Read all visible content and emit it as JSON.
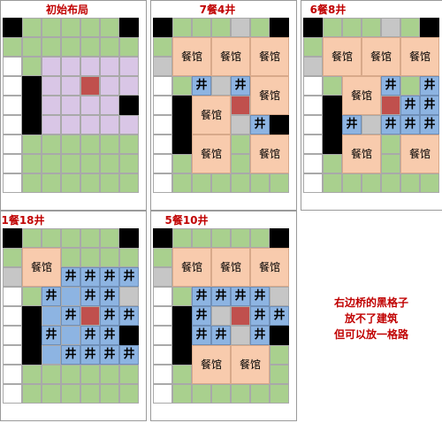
{
  "labels": {
    "restaurant": "餐馆",
    "well": "井"
  },
  "colors": {
    "g": "#a9d08e",
    "k": "#000000",
    "w": "#ffffff",
    "r": "#c0504d",
    "s": "#c6c6c6",
    "p": "#d9c6e6",
    "b": "#8db4e2",
    "restaurant": "#f8cbad",
    "title_text": "#c00000"
  },
  "panels": [
    {
      "title": "初始布局",
      "grid": [
        "kgggggk",
        "ggggggg",
        "wgppppp",
        "wkpprpp",
        "wkppppk",
        "wkppppp",
        "wgggggg",
        "wgggggg",
        "wgggggg"
      ],
      "restaurants": [],
      "wells": []
    },
    {
      "title": "7餐4井",
      "grid": [
        "kgggsgk",
        "ggggggg",
        "sgggggg",
        "wgbsbgg",
        "wkggrgg",
        "wkggsbk",
        "wkggggg",
        "wgsgggg",
        "wgggggg"
      ],
      "restaurants": [
        [
          1,
          1
        ],
        [
          3,
          1
        ],
        [
          5,
          1
        ],
        [
          5,
          3
        ],
        [
          2,
          4
        ],
        [
          2,
          6
        ],
        [
          5,
          6
        ]
      ],
      "wells": [
        [
          2,
          3
        ],
        [
          4,
          3
        ],
        [
          5,
          5
        ]
      ]
    },
    {
      "title": "6餐8井",
      "grid": [
        "kgggsgk",
        "ggggggg",
        "sgggggg",
        "wgbsbgb",
        "wkggrbb",
        "wkbsbbk",
        "wkggggg",
        "wgggggg",
        "wgggggg"
      ],
      "restaurants": [
        [
          1,
          1
        ],
        [
          3,
          1
        ],
        [
          5,
          1
        ],
        [
          2,
          3
        ],
        [
          2,
          6
        ],
        [
          5,
          6
        ]
      ],
      "wells": [
        [
          4,
          3
        ],
        [
          6,
          3
        ],
        [
          5,
          4
        ],
        [
          6,
          4
        ],
        [
          2,
          5
        ],
        [
          4,
          5
        ],
        [
          5,
          5
        ],
        [
          6,
          5
        ]
      ]
    },
    {
      "title": "1餐18井",
      "grid": [
        "kgggggk",
        "ggggggg",
        "sgbbbbb",
        "wgbbbbs",
        "wkbbrbb",
        "wkbbbbk",
        "wkbbbbb",
        "wgggggg",
        "wgggggg"
      ],
      "restaurants": [
        [
          1,
          1
        ]
      ],
      "wells": [
        [
          3,
          2
        ],
        [
          4,
          2
        ],
        [
          5,
          2
        ],
        [
          6,
          2
        ],
        [
          2,
          3
        ],
        [
          4,
          3
        ],
        [
          5,
          3
        ],
        [
          3,
          4
        ],
        [
          5,
          4
        ],
        [
          6,
          4
        ],
        [
          2,
          5
        ],
        [
          4,
          5
        ],
        [
          5,
          5
        ],
        [
          3,
          6
        ],
        [
          4,
          6
        ],
        [
          5,
          6
        ],
        [
          6,
          6
        ]
      ]
    },
    {
      "title": "5餐10井",
      "grid": [
        "kgggggk",
        "ggggggg",
        "sgggggg",
        "wgbbbbs",
        "wkbsrbb",
        "wkbbsbk",
        "wkggggg",
        "wgggggg",
        "wgggggg"
      ],
      "restaurants": [
        [
          1,
          1
        ],
        [
          3,
          1
        ],
        [
          5,
          1
        ],
        [
          2,
          6
        ],
        [
          4,
          6
        ]
      ],
      "wells": [
        [
          2,
          3
        ],
        [
          3,
          3
        ],
        [
          4,
          3
        ],
        [
          5,
          3
        ],
        [
          2,
          4
        ],
        [
          5,
          4
        ],
        [
          6,
          4
        ],
        [
          2,
          5
        ],
        [
          3,
          5
        ],
        [
          5,
          5
        ]
      ]
    }
  ],
  "note": [
    "右边桥的黑格子",
    "放不了建筑",
    "但可以放一格路"
  ]
}
